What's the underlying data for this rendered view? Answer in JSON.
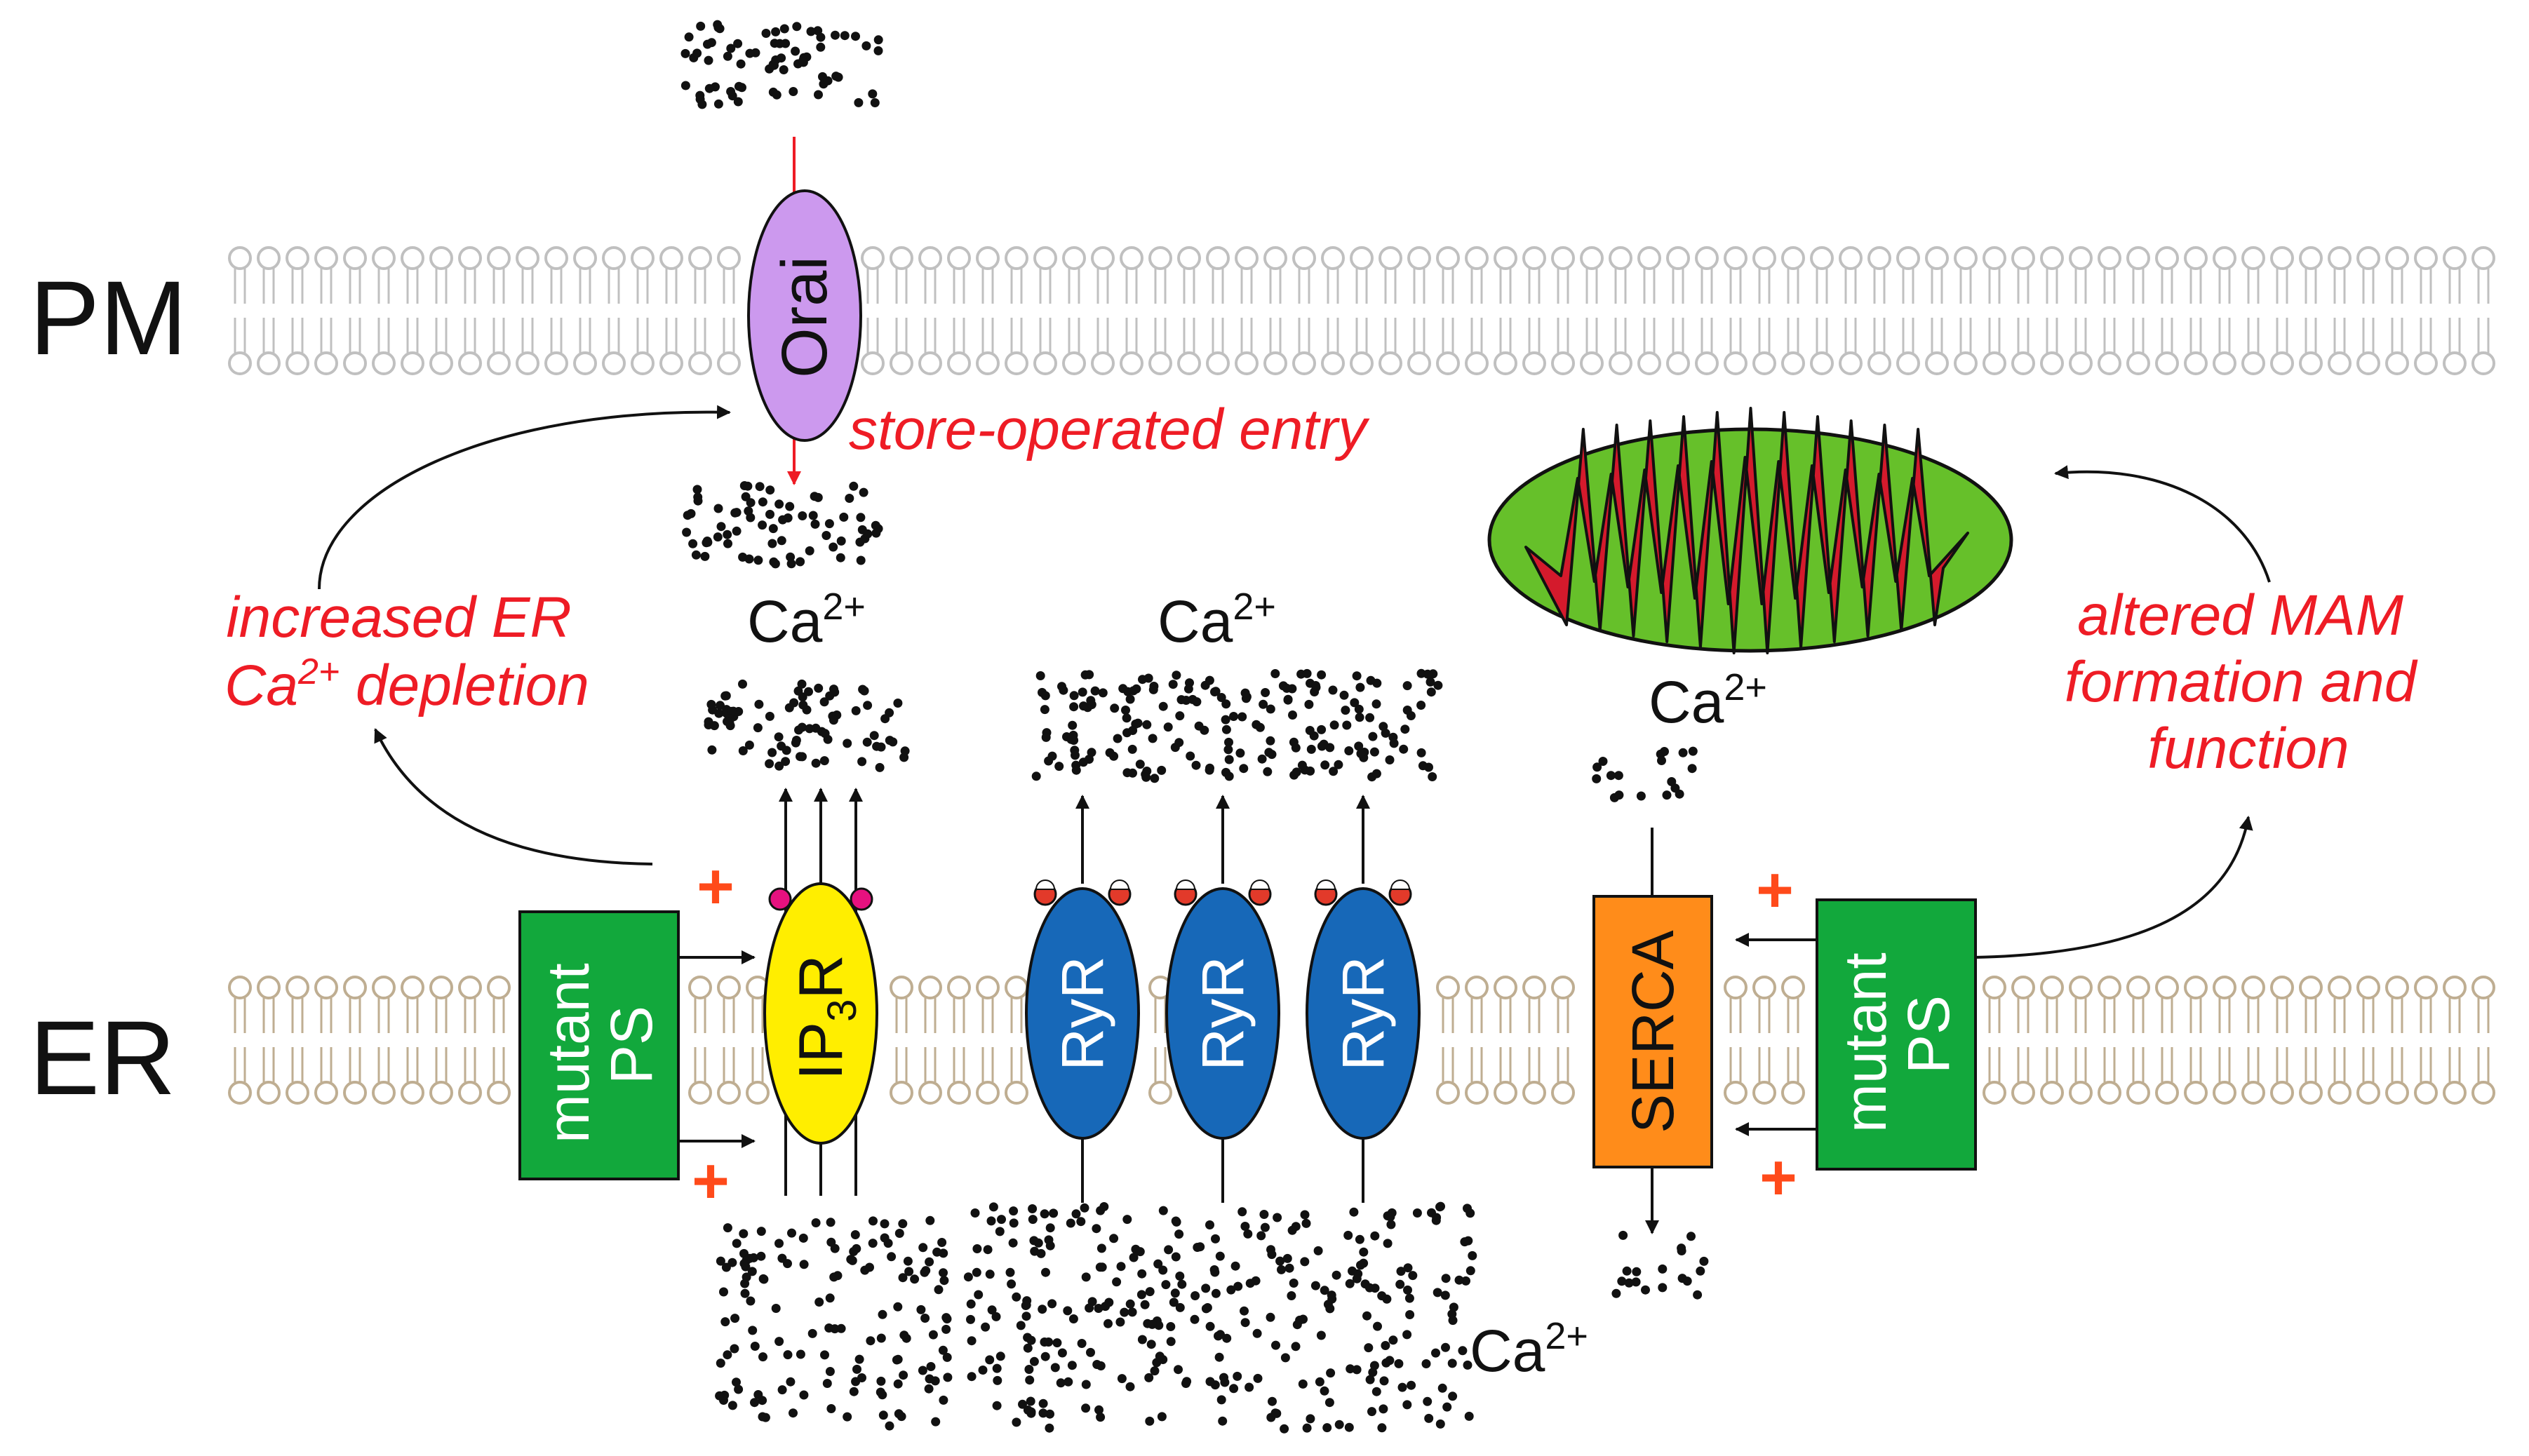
{
  "labels": {
    "pm": "PM",
    "er": "ER",
    "orai": "Orai",
    "store_operated_entry": "store-operated entry",
    "increased_er": {
      "line1": "increased ER",
      "line2_base": "Ca",
      "line2_sup": "2+",
      "line2_rest": " depletion"
    },
    "altered_mam": {
      "line1": "altered MAM",
      "line2": "formation and",
      "line3": "function"
    },
    "ca": {
      "base": "Ca",
      "sup": "2+"
    },
    "ip3r": {
      "a": "IP",
      "sub": "3",
      "b": "R"
    },
    "ryr": "RyR",
    "serca": "SERCA",
    "mutant_ps": {
      "line1": "mutant",
      "line2": "PS"
    },
    "plus": "+"
  },
  "colors": {
    "pm_lipid": "#c0c0c0",
    "er_lipid": "#bfae92",
    "orai": "#cc99ee",
    "ip3r": "#ffee00",
    "ryr": "#1768b8",
    "serca": "#ff8c1a",
    "mutant_ps": "#12a83c",
    "mito_outer": "#66c02a",
    "mito_inner": "#d41a2c",
    "red_text": "#ee1c25",
    "plus": "#ff4a1a",
    "ip3_head": "#e6117f",
    "ryr_head": "#e23a2a"
  },
  "icons": {
    "mitochondrion": "mitochondrion-icon",
    "lipid_bilayer": "lipid-bilayer-icon",
    "calcium_ions": "calcium-dots-icon"
  }
}
